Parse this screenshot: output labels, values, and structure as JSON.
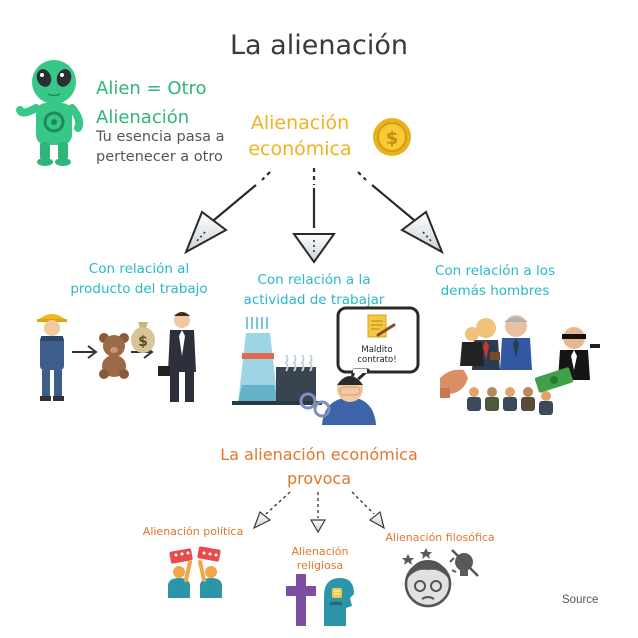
{
  "title": "La alienación",
  "alien_block": {
    "equation": "Alien = Otro",
    "heading": "Alienación",
    "desc_line1": "Tu esencia pasa a",
    "desc_line2": "pertenecer a otro"
  },
  "economic": {
    "line1": "Alienación",
    "line2": "económica"
  },
  "branches": [
    {
      "line1": "Con relación al",
      "line2": "producto del trabajo"
    },
    {
      "line1": "Con relación a la",
      "line2": "actividad de trabajar"
    },
    {
      "line1": "Con relación a los",
      "line2": "demás hombres"
    }
  ],
  "speech_bubble": "Maldito contrato!",
  "provoca": {
    "line1": "La alienación económica",
    "line2": "provoca"
  },
  "results": [
    {
      "line1": "Alienación política",
      "line2": ""
    },
    {
      "line1": "Alienación",
      "line2": "religiosa"
    },
    {
      "line1": "Alienación filosófica",
      "line2": ""
    }
  ],
  "source": "Source",
  "colors": {
    "green": "#2fb57a",
    "yellow": "#f0b31e",
    "teal": "#27b9c9",
    "orange": "#e2762b"
  }
}
